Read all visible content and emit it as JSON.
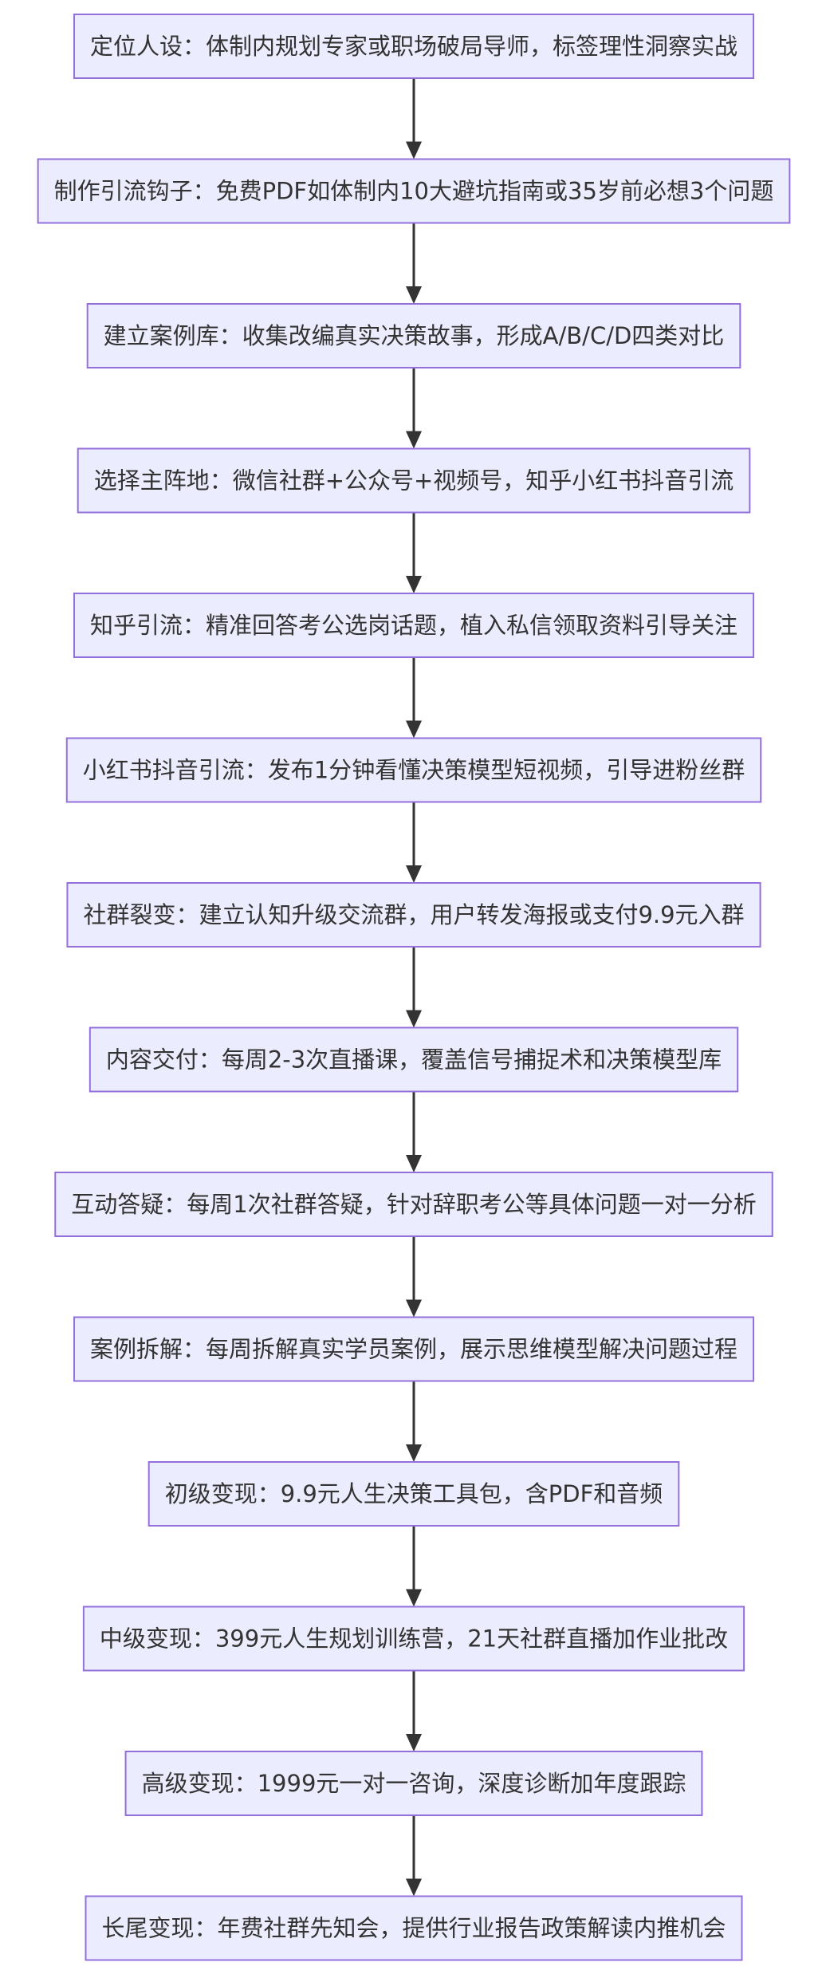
{
  "diagram": {
    "type": "flowchart",
    "direction": "top-to-bottom",
    "colors": {
      "node_fill": "#ececff",
      "node_border": "#9370db",
      "edge": "#333333",
      "text": "#333333"
    },
    "nodes": [
      {
        "id": "n1",
        "label": "定位人设：体制内规划专家或职场破局导师，标签理性洞察实战"
      },
      {
        "id": "n2",
        "label": "制作引流钩子：免费PDF如体制内10大避坑指南或35岁前必想3个问题"
      },
      {
        "id": "n3",
        "label": "建立案例库：收集改编真实决策故事，形成A/B/C/D四类对比"
      },
      {
        "id": "n4",
        "label": "选择主阵地：微信社群+公众号+视频号，知乎小红书抖音引流"
      },
      {
        "id": "n5",
        "label": "知乎引流：精准回答考公选岗话题，植入私信领取资料引导关注"
      },
      {
        "id": "n6",
        "label": "小红书抖音引流：发布1分钟看懂决策模型短视频，引导进粉丝群"
      },
      {
        "id": "n7",
        "label": "社群裂变：建立认知升级交流群，用户转发海报或支付9.9元入群"
      },
      {
        "id": "n8",
        "label": "内容交付：每周2-3次直播课，覆盖信号捕捉术和决策模型库"
      },
      {
        "id": "n9",
        "label": "互动答疑：每周1次社群答疑，针对辞职考公等具体问题一对一分析"
      },
      {
        "id": "n10",
        "label": "案例拆解：每周拆解真实学员案例，展示思维模型解决问题过程"
      },
      {
        "id": "n11",
        "label": "初级变现：9.9元人生决策工具包，含PDF和音频"
      },
      {
        "id": "n12",
        "label": "中级变现：399元人生规划训练营，21天社群直播加作业批改"
      },
      {
        "id": "n13",
        "label": "高级变现：1999元一对一咨询，深度诊断加年度跟踪"
      },
      {
        "id": "n14",
        "label": "长尾变现：年费社群先知会，提供行业报告政策解读内推机会"
      }
    ],
    "edges": [
      {
        "from": "n1",
        "to": "n2"
      },
      {
        "from": "n2",
        "to": "n3"
      },
      {
        "from": "n3",
        "to": "n4"
      },
      {
        "from": "n4",
        "to": "n5"
      },
      {
        "from": "n5",
        "to": "n6"
      },
      {
        "from": "n6",
        "to": "n7"
      },
      {
        "from": "n7",
        "to": "n8"
      },
      {
        "from": "n8",
        "to": "n9"
      },
      {
        "from": "n9",
        "to": "n10"
      },
      {
        "from": "n10",
        "to": "n11"
      },
      {
        "from": "n11",
        "to": "n12"
      },
      {
        "from": "n12",
        "to": "n13"
      },
      {
        "from": "n13",
        "to": "n14"
      }
    ]
  }
}
